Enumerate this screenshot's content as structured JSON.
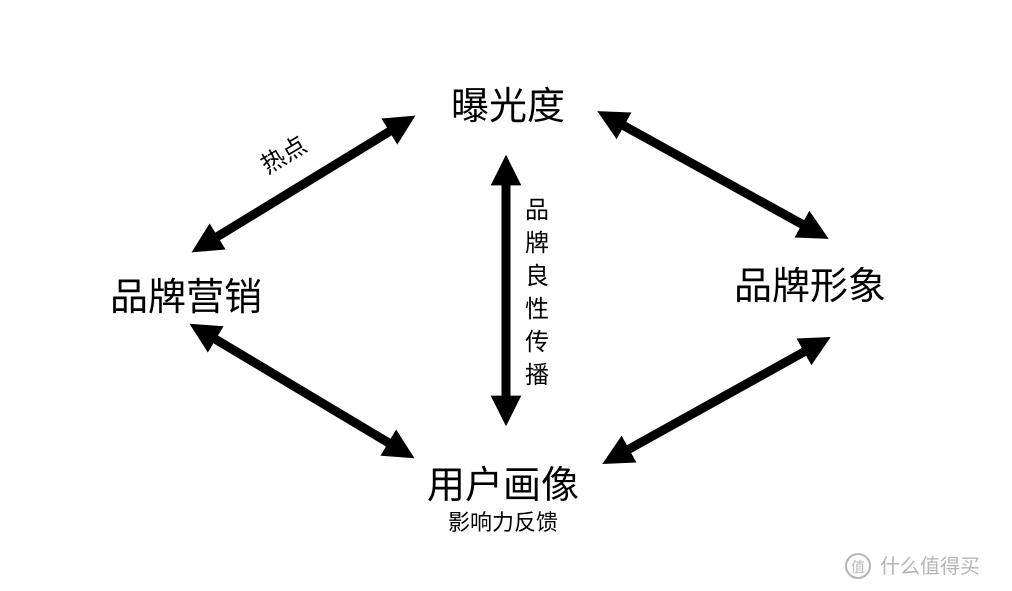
{
  "nodes": {
    "exposure": "曝光度",
    "brand_marketing": "品牌营销",
    "brand_image": "品牌形象",
    "user_portrait": "用户画像",
    "user_portrait_sub": "影响力反馈"
  },
  "edges": {
    "hotspot": "热点",
    "vertical_chars": [
      "品",
      "牌",
      "良",
      "性",
      "传",
      "播"
    ]
  },
  "watermark": {
    "logo_glyph": "值",
    "text": "什么值得买"
  },
  "colors": {
    "ink": "#000000",
    "background": "#ffffff",
    "watermark": "#b5b5b5"
  }
}
